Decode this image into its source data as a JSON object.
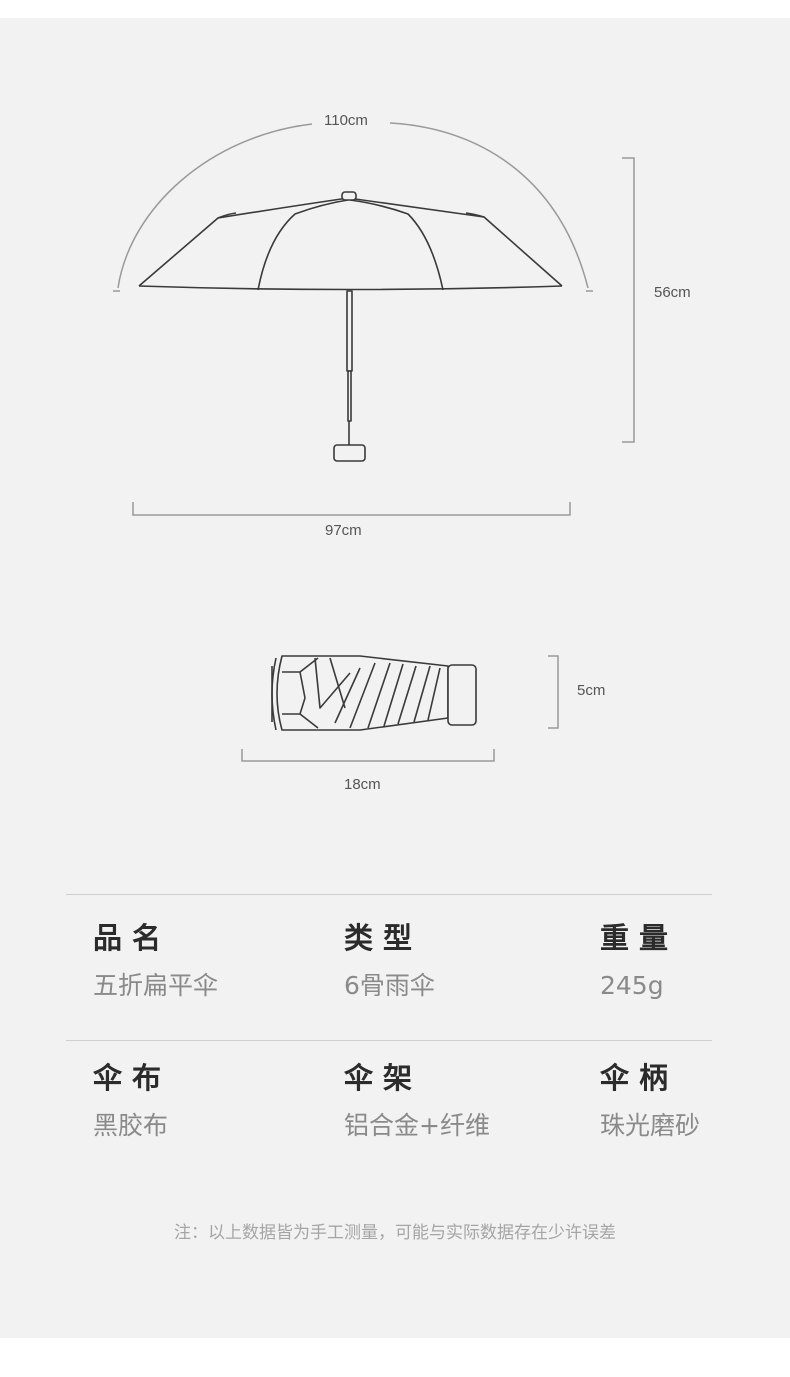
{
  "dimensions": {
    "open_arc": "110cm",
    "open_height": "56cm",
    "open_width": "97cm",
    "folded_height": "5cm",
    "folded_length": "18cm"
  },
  "specs": {
    "row1": [
      {
        "label": "品名",
        "value": "五折扁平伞"
      },
      {
        "label": "类型",
        "value": "6骨雨伞"
      },
      {
        "label": "重量",
        "value": "245g"
      }
    ],
    "row2": [
      {
        "label": "伞布",
        "value": "黑胶布"
      },
      {
        "label": "伞架",
        "value": "铝合金+纤维"
      },
      {
        "label": "伞柄",
        "value": "珠光磨砂"
      }
    ]
  },
  "note": "注：以上数据皆为手工测量，可能与实际数据存在少许误差",
  "colors": {
    "background": "#f2f2f2",
    "line": "#3a3a3a",
    "dimension_line": "#9a9a9a"
  }
}
